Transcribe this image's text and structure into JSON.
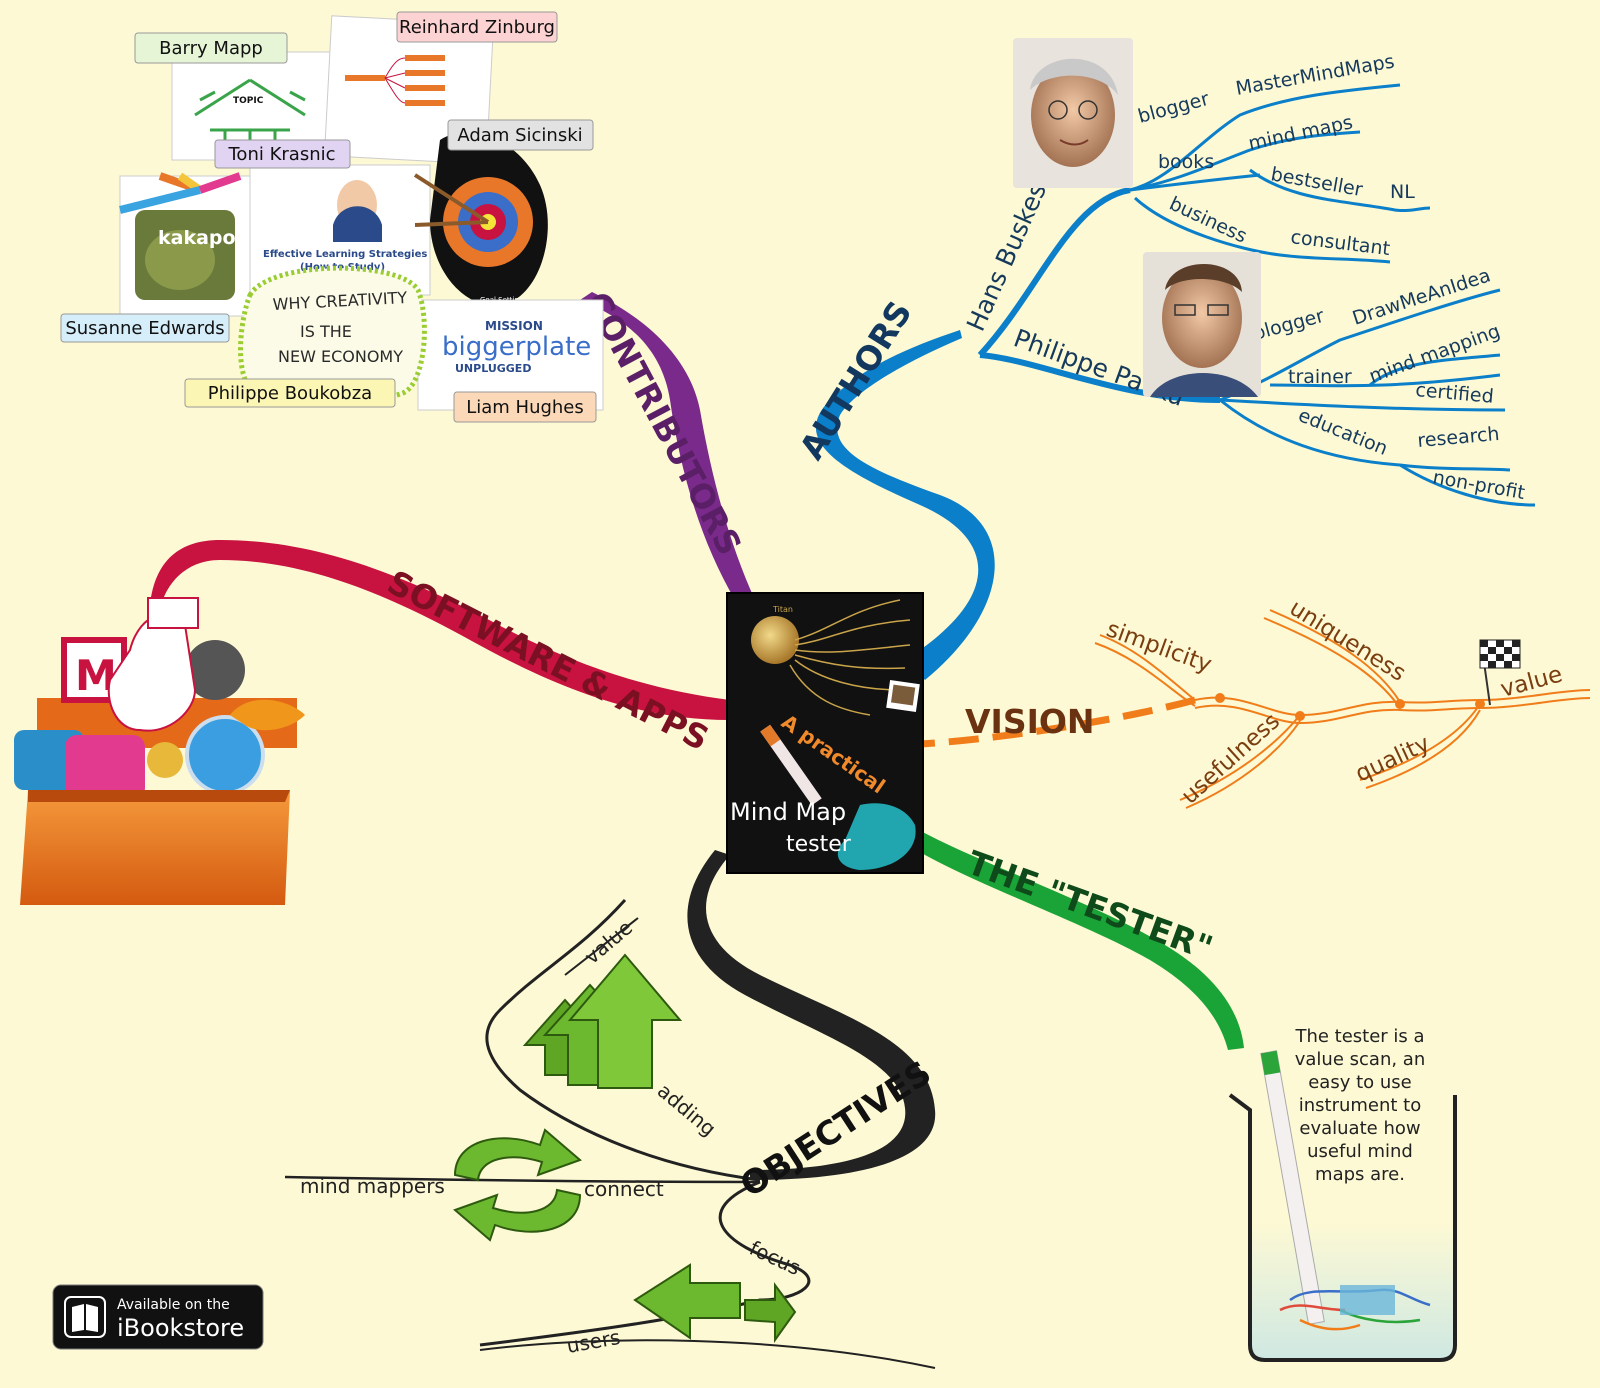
{
  "center": {
    "title_line1": "A practical",
    "title_line2": "Mind Map",
    "title_line3": "tester",
    "mini_nodes": [
      "Titan"
    ]
  },
  "branches": {
    "contributors": "CONTRIBUTORS",
    "authors": "AUTHORS",
    "software": "SOFTWARE & APPS",
    "vision": "VISION",
    "tester": "THE \"TESTER\"",
    "objectives": "OBJECTIVES"
  },
  "contributors": {
    "names": [
      "Barry Mapp",
      "Reinhard Zinburg",
      "Adam Sicinski",
      "Toni Krasnic",
      "Susanne Edwards",
      "Philippe Boukobza",
      "Liam Hughes"
    ],
    "thumb_texts": {
      "topic": "TOPIC",
      "kakapo": "kakapo",
      "learning": "Effective Learning Strategies",
      "learning_sub": "(How to Study)",
      "creativity_1": "WHY CREATIVITY",
      "creativity_2": "IS THE",
      "creativity_3": "NEW ECONOMY",
      "goal": "Goal Setting",
      "mission": "MISSION",
      "biggerplate": "biggerplate",
      "unplugged": "UNPLUGGED"
    }
  },
  "authors": {
    "hans": {
      "name": "Hans Buskes",
      "children": [
        "blogger",
        "MasterMindMaps",
        "books",
        "mind maps",
        "bestseller",
        "NL",
        "business",
        "consultant"
      ]
    },
    "philippe": {
      "name": "Philippe Packu",
      "children": [
        "blogger",
        "DrawMeAnIdea",
        "trainer",
        "mind mapping",
        "certified",
        "education",
        "research",
        "non-profit"
      ]
    }
  },
  "vision": {
    "items": [
      "simplicity",
      "uniqueness",
      "value",
      "usefulness",
      "quality"
    ]
  },
  "tester": {
    "description": [
      "The tester is a",
      "value scan, an",
      "easy to use",
      "instrument to",
      "evaluate how",
      "useful mind",
      "maps are."
    ]
  },
  "objectives": {
    "items": [
      "value",
      "adding",
      "mind mappers",
      "connect",
      "focus",
      "users"
    ]
  },
  "badge": {
    "line1": "Available on the",
    "line2": "iBookstore"
  },
  "colors": {
    "contributors": "#7a2a8a",
    "authors": "#0b7fc9",
    "software": "#c8123f",
    "vision": "#f07d1a",
    "tester": "#1aa336",
    "objectives": "#222222",
    "background": "#fdf9d4"
  }
}
